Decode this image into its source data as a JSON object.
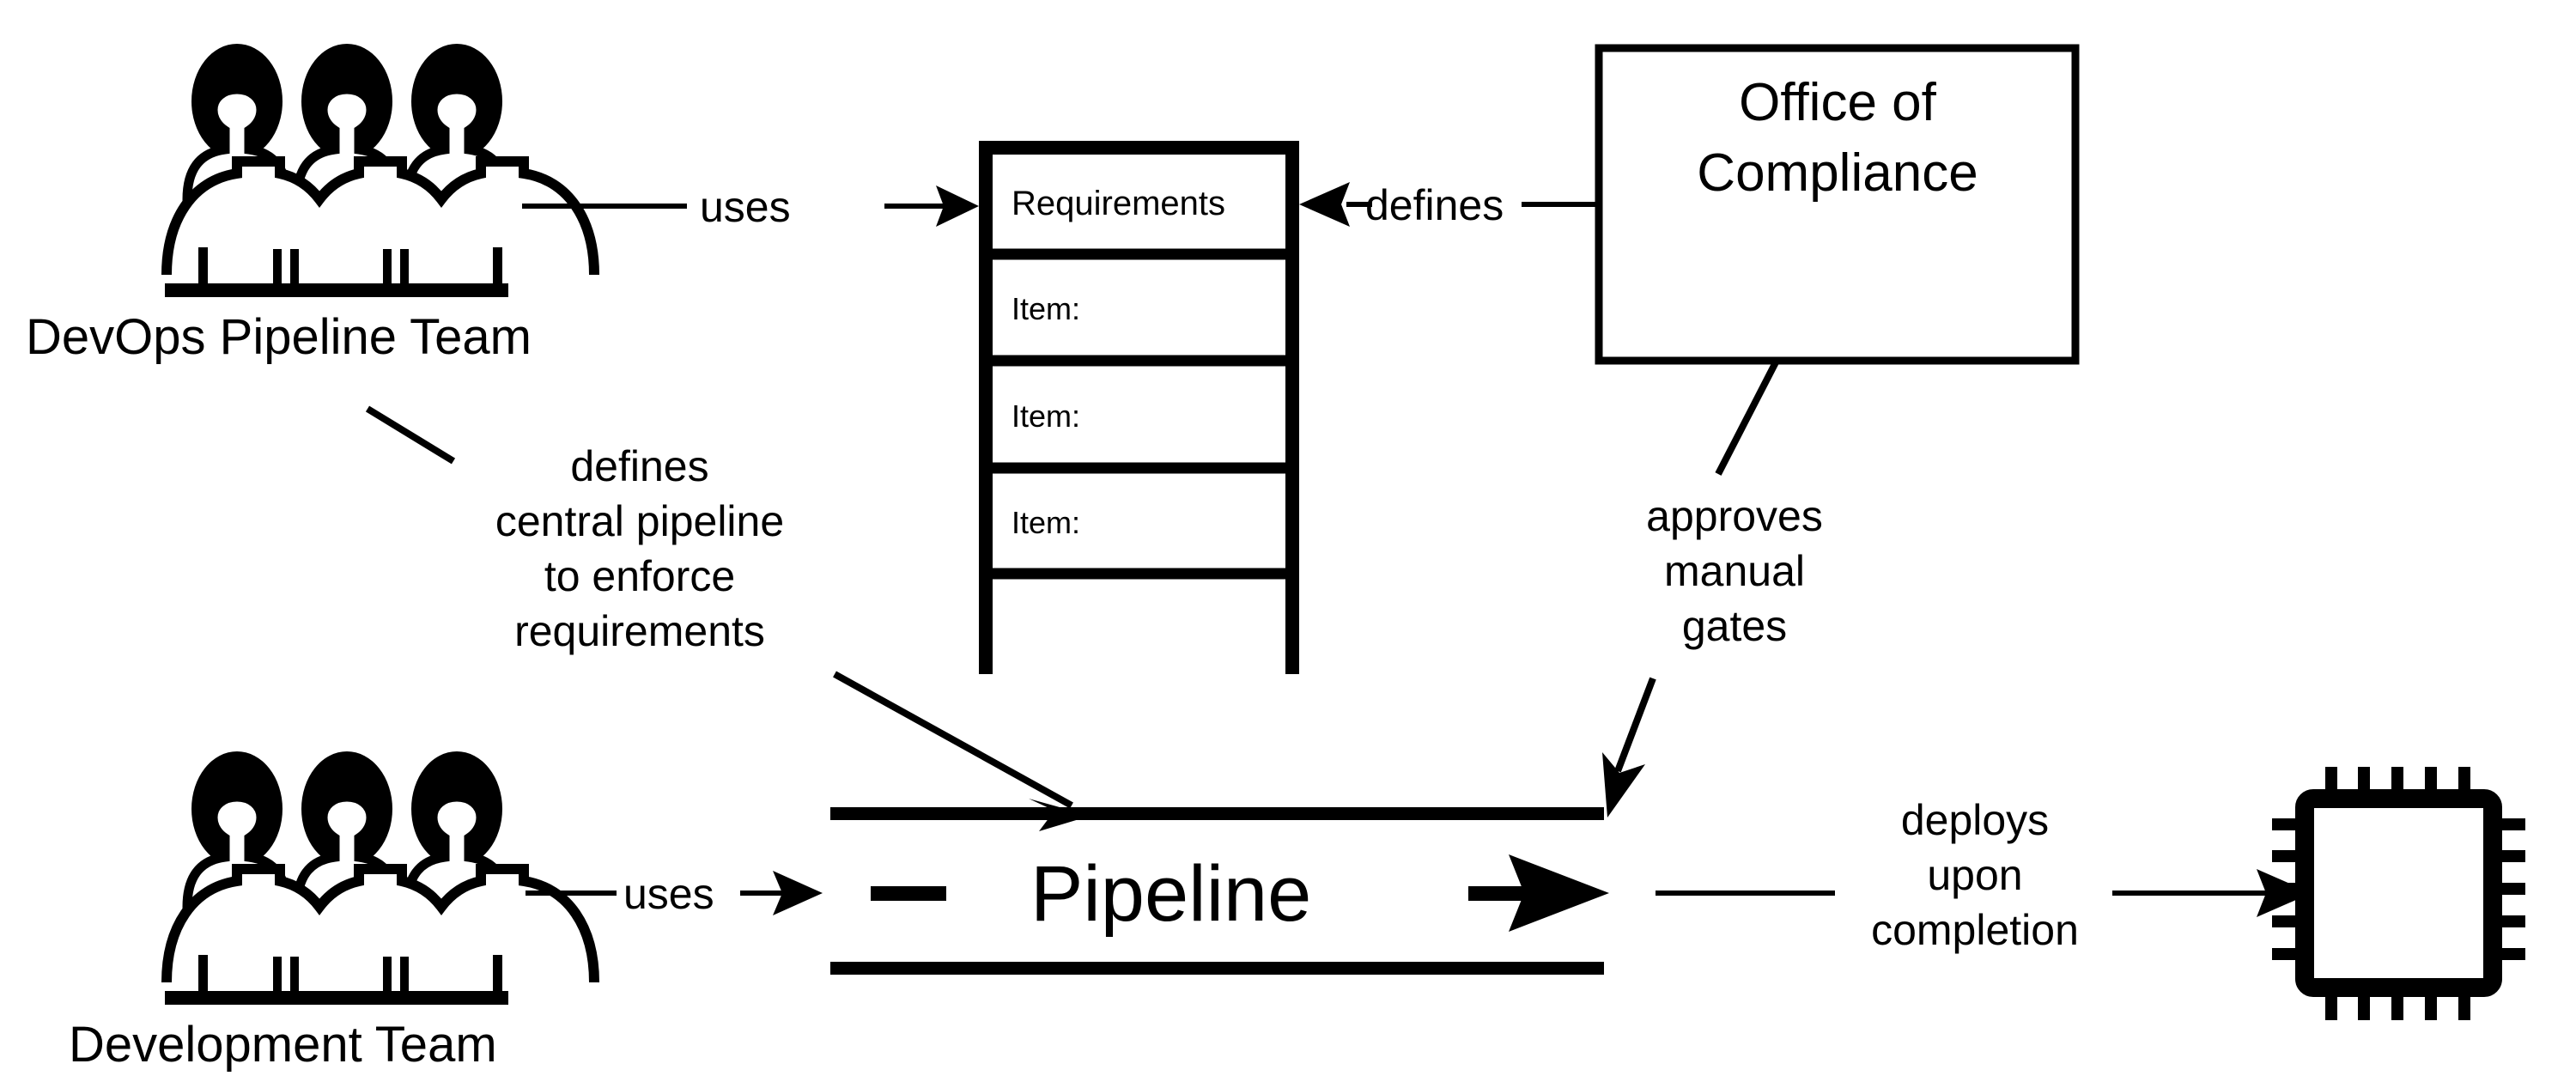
{
  "diagram": {
    "title": "DevOps central pipeline and compliance diagram",
    "background_color": "#ffffff",
    "stroke_color": "#000000"
  },
  "actors": {
    "devops_team": {
      "label": "DevOps Pipeline Team",
      "icon": "three-people-icon"
    },
    "development_team": {
      "label": "Development Team",
      "icon": "three-people-icon"
    }
  },
  "requirements_list": {
    "header": "Requirements",
    "items": [
      "Item:",
      "Item:",
      "Item:"
    ]
  },
  "compliance_box": {
    "line1": "Office of",
    "line2": "Compliance"
  },
  "pipeline": {
    "label": "Pipeline",
    "icon": "pipeline-arrow-icon"
  },
  "target": {
    "icon": "cpu-chip-icon",
    "label": ""
  },
  "edges": [
    {
      "id": "devops-uses-requirements",
      "label": "uses"
    },
    {
      "id": "compliance-defines-requirements",
      "label": "defines"
    },
    {
      "id": "devops-defines-pipeline",
      "label_lines": [
        "defines",
        "central pipeline",
        "to enforce",
        "requirements"
      ]
    },
    {
      "id": "compliance-approves-gates",
      "label_lines": [
        "approves",
        "manual",
        "gates"
      ]
    },
    {
      "id": "dev-uses-pipeline",
      "label": "uses"
    },
    {
      "id": "pipeline-deploys-target",
      "label_lines": [
        "deploys",
        "upon",
        "completion"
      ]
    }
  ]
}
